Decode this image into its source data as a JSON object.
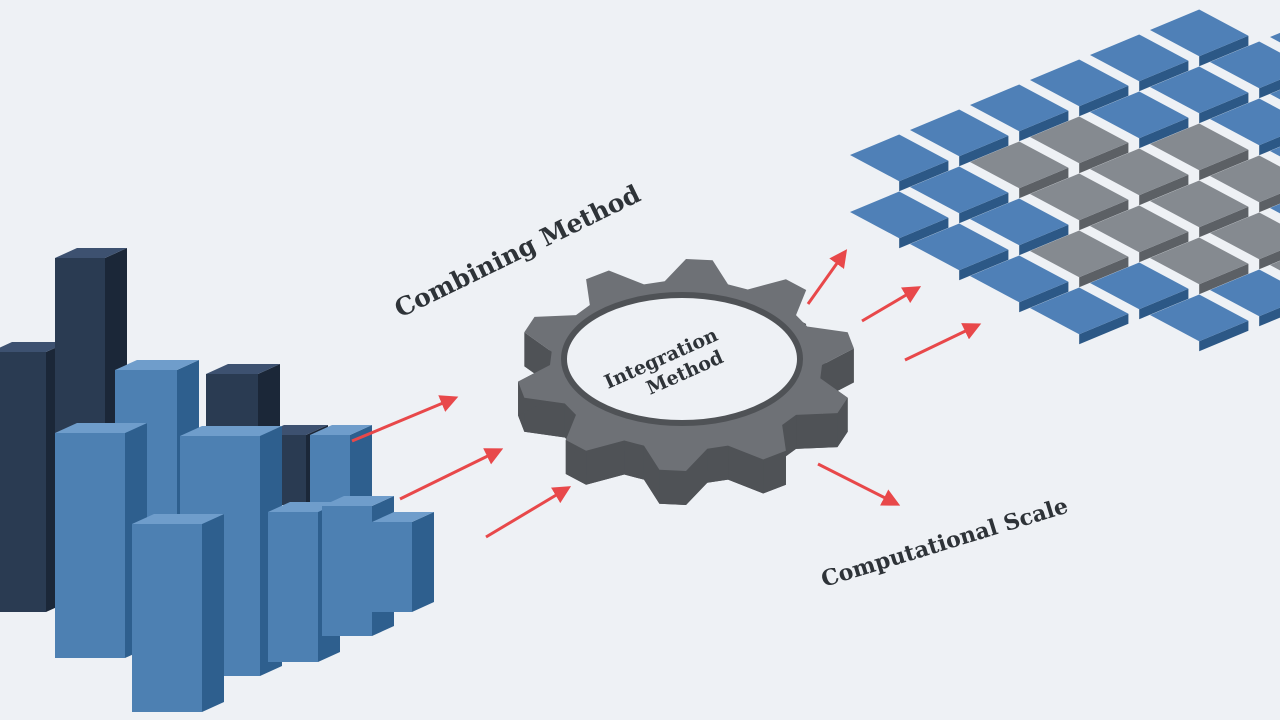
{
  "diagram": {
    "label_top": "Combining Method",
    "label_gear_line1": "Integration",
    "label_gear_line2": "Method",
    "label_bottom": "Computational Scale"
  },
  "colors": {
    "background": "#eef1f5",
    "bar_blue_front": "#4d80b2",
    "bar_blue_side": "#2e5f8e",
    "bar_blue_top": "#6f9dcb",
    "bar_navy_front": "#2a3b52",
    "bar_navy_side": "#1b2738",
    "bar_navy_top": "#3d5170",
    "gear_top": "#6e7176",
    "gear_side": "#4f5256",
    "tile_blue": "#4f80b7",
    "tile_blue_side": "#2c5886",
    "tile_gray": "#858a90",
    "tile_gray_side": "#5c6065",
    "arrow": "#e8484a",
    "text": "#2e3338"
  },
  "icons": {
    "bar_group": "isometric-bar-chart-icon",
    "gear": "gear-icon",
    "grid": "isometric-tile-grid-icon",
    "arrow": "arrow-icon"
  }
}
